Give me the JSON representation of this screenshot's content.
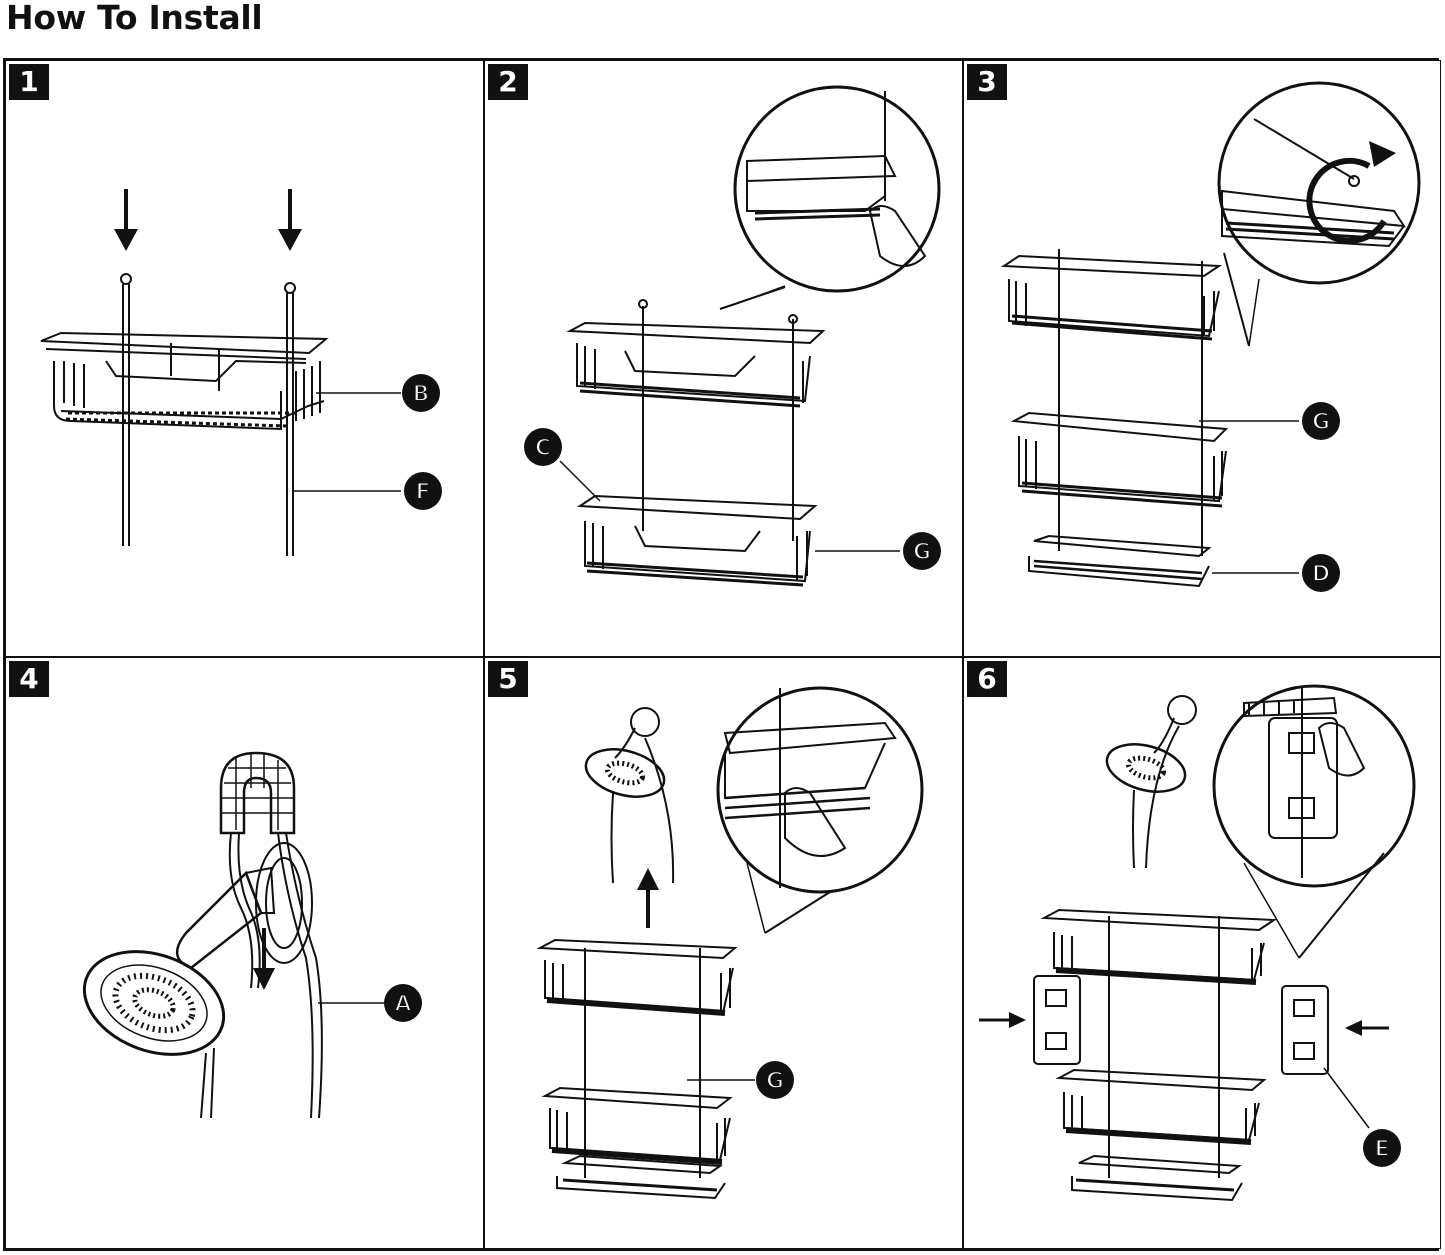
{
  "page": {
    "title": "How To Install"
  },
  "steps": [
    {
      "number": "1",
      "callouts": [
        "B",
        "F"
      ]
    },
    {
      "number": "2",
      "callouts": [
        "C",
        "G"
      ]
    },
    {
      "number": "3",
      "callouts": [
        "G",
        "D"
      ]
    },
    {
      "number": "4",
      "callouts": [
        "A"
      ]
    },
    {
      "number": "5",
      "callouts": [
        "G"
      ]
    },
    {
      "number": "6",
      "callouts": [
        "E"
      ]
    }
  ],
  "colors": {
    "ink": "#111111",
    "background": "#ffffff"
  }
}
